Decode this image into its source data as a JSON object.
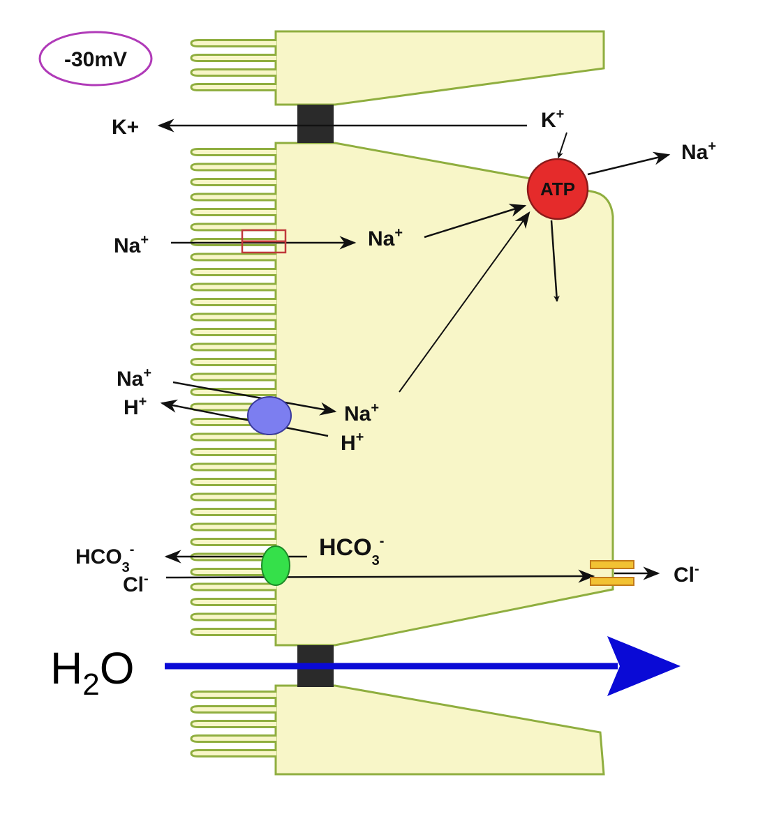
{
  "potential": {
    "label": "-30mV",
    "border_color": "#b03ab8"
  },
  "labels": {
    "k_left": "K+",
    "k_right": "K",
    "k_right_sup": "+",
    "na_pump_out": "Na",
    "na_pump_out_sup": "+",
    "atp": "ATP",
    "na_channel_in": "Na",
    "na_channel_in_sup": "+",
    "na_channel_out": "Na",
    "na_channel_out_sup": "+",
    "na_exch_in": "Na",
    "na_exch_in_sup": "+",
    "h_exch_out": "H",
    "h_exch_out_sup": "+",
    "na_exch_cell": "Na",
    "na_exch_cell_sup": "+",
    "h_exch_cell": "H",
    "h_exch_cell_sup": "+",
    "hco3_out": "HCO",
    "hco3_out_sub": "3",
    "hco3_out_sup": "-",
    "cl_in": "Cl",
    "cl_in_sup": "-",
    "hco3_cell": "HCO",
    "hco3_cell_sub": "3",
    "hco3_cell_sup": "-",
    "cl_out_basal": "Cl",
    "cl_out_basal_sup": "-",
    "water": "H",
    "water_sub": "2",
    "water_end": "O"
  },
  "colors": {
    "cell_fill": "#f8f6c8",
    "cell_outline": "#8fae3f",
    "junction": "#2a2a2a",
    "pump": "#e52b2b",
    "exchanger_nah": "#7c7ef0",
    "exchanger_cl_hco3": "#35e04a",
    "na_channel": "#c0393b",
    "cl_channel": "#f2c233",
    "water_arrow": "#0a0ad6"
  }
}
